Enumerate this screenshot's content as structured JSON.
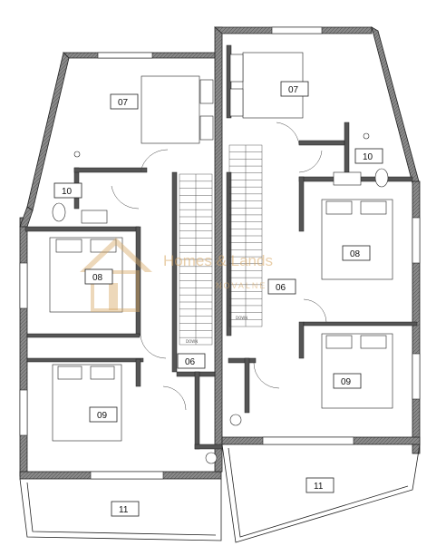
{
  "rooms": [
    {
      "id": "r07a",
      "label": "07"
    },
    {
      "id": "r07b",
      "label": "07"
    },
    {
      "id": "r10a",
      "label": "10"
    },
    {
      "id": "r10b",
      "label": "10"
    },
    {
      "id": "r08a",
      "label": "08"
    },
    {
      "id": "r08b",
      "label": "08"
    },
    {
      "id": "r06a",
      "label": "06"
    },
    {
      "id": "r06b",
      "label": "06"
    },
    {
      "id": "r09a",
      "label": "09"
    },
    {
      "id": "r09b",
      "label": "09"
    },
    {
      "id": "r11a",
      "label": "11"
    },
    {
      "id": "r11b",
      "label": "11"
    }
  ],
  "stairs": {
    "left_label": "DOWN",
    "right_label": "DOWN"
  },
  "watermark": {
    "line1": "Homes & Lands",
    "line2": "NOVALNE"
  },
  "colors": {
    "wall": "#7a7a7a",
    "wall_stroke": "#222222",
    "line": "#333333",
    "watermark": "#d8a866"
  }
}
